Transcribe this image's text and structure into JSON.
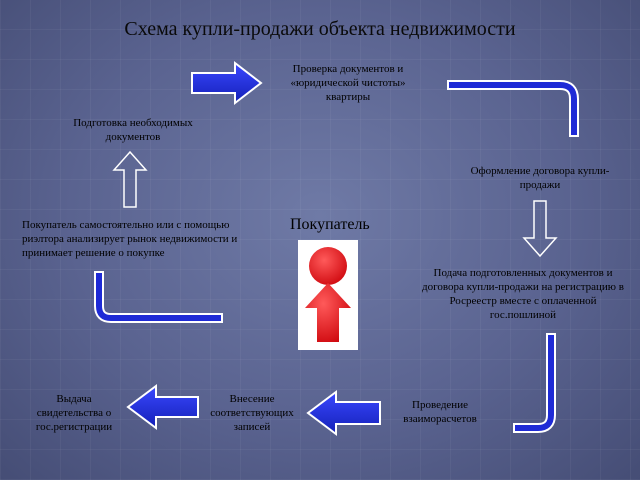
{
  "title": "Схема купли-продажи объекта недвижимости",
  "steps": {
    "check_documents": "Проверка документов и «юридической чистоты» квартиры",
    "contract": "Оформление договора купли-продажи",
    "submit": "Подача подготовленных документов и договора купли-продажи на регистрацию в Росреестр вместе с оплаченной гос.пошлиной",
    "settlement": "Проведение взаиморасчетов",
    "records": "Внесение соответствующих записей",
    "certificate": "Выдача свидетельства о гос.регистрации",
    "analysis": "Покупатель самостоятельно или с помощью риэлтора анализирует рынок недвижимости и принимает решение о покупке",
    "prepare_docs": "Подготовка необходимых документов"
  },
  "center": {
    "label": "Покупатель",
    "icon": "person-icon"
  },
  "colors": {
    "arrow_fill": "#1f2bd6",
    "arrow_outline": "#ffffff",
    "person_red": "#e8121a",
    "background": "#5b6590"
  }
}
